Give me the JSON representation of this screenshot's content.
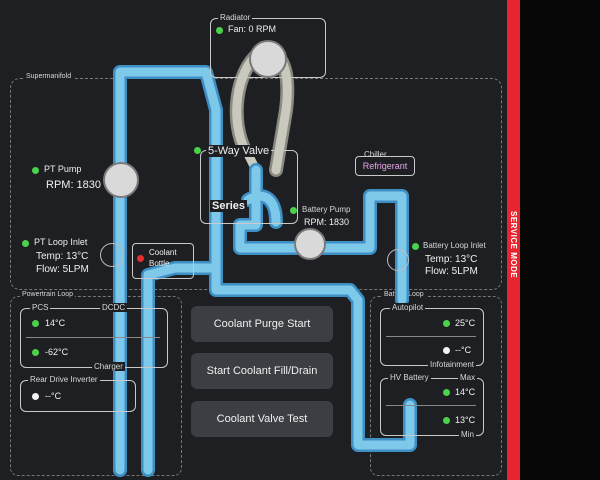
{
  "supermanifold_label": "Supermanifold",
  "radiator": {
    "title": "Radiator",
    "fan": "Fan: 0 RPM"
  },
  "pt_pump": {
    "title": "PT Pump",
    "rpm": "RPM: 1830"
  },
  "five_way_valve": {
    "title": "5-Way Valve",
    "mode": "Series"
  },
  "chiller": {
    "title": "Chiller",
    "state": "Refrigerant"
  },
  "battery_pump": {
    "title": "Battery Pump",
    "rpm": "RPM: 1830"
  },
  "pt_loop_inlet": {
    "title": "PT Loop Inlet",
    "temp": "Temp: 13°C",
    "flow": "Flow: 5LPM"
  },
  "coolant_bottle": {
    "line1": "Coolant",
    "line2": "Bottle"
  },
  "battery_loop_inlet": {
    "title": "Battery Loop Inlet",
    "temp": "Temp: 13°C",
    "flow": "Flow: 5LPM"
  },
  "powertrain_loop": {
    "title": "Powertrain Loop",
    "pcs": "PCS",
    "dcdc": "DCDC",
    "value1": "14°C",
    "value2": "-62°C",
    "charger": "Charger",
    "rear_drive": "Rear Drive Inverter",
    "rear_value": "--°C"
  },
  "battery_loop": {
    "title": "Battery Loop",
    "autopilot": "Autopilot",
    "autopilot_value": "25°C",
    "infotainment_value": "--°C",
    "infotainment": "Infotainment",
    "hv_battery": "HV Battery",
    "max": "Max",
    "max_value": "14°C",
    "min_value": "13°C",
    "min": "Min"
  },
  "buttons": {
    "purge": "Coolant Purge Start",
    "fill_drain": "Start Coolant Fill/Drain",
    "valve_test": "Coolant Valve Test"
  },
  "service_mode": "SERVICE MODE",
  "colors": {
    "coolant": "#7ec8ea",
    "coolant_edge": "#3d8fc4",
    "radiator_pipe": "#b9b9ac",
    "accent_red": "#e8242e",
    "status_green": "#4ad34a"
  }
}
